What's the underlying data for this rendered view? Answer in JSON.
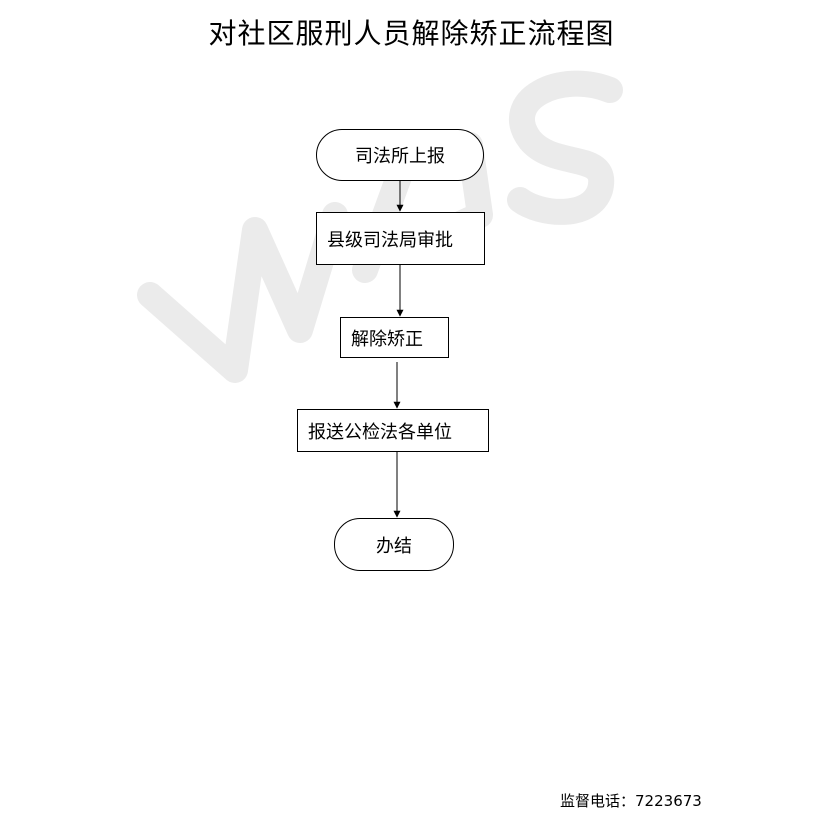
{
  "title": "对社区服刑人员解除矫正流程图",
  "nodes": {
    "report": "司法所上报",
    "county_review": "县级司法局审批",
    "release": "解除矫正",
    "notify": "报送公检法各单位",
    "done": "办结"
  },
  "footer": {
    "label": "监督电话：",
    "phone": "7223673"
  },
  "colors": {
    "stroke": "#000000",
    "watermark": "#e9e9e9"
  }
}
